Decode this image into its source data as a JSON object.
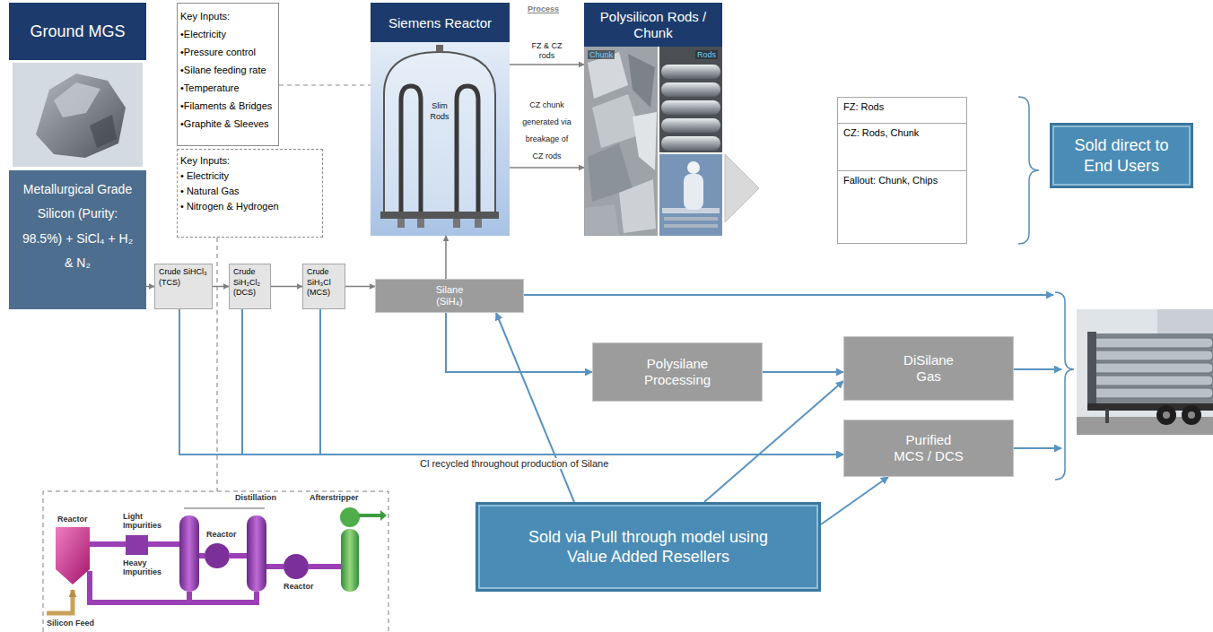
{
  "diagram": {
    "nodes": [
      {
        "text": [
          "Ground MGS",
          "Metallurgical Grade Silicon (Purity: 98.5%) + SiCl₄ + H₂ & N₂"
        ]
      },
      {
        "text": [
          "Key Inputs:",
          "•Electricity",
          "•Pressure control",
          "•Silane feeding rate",
          "•Temperature",
          "•Filaments & Bridges",
          "•Graphite & Sleeves"
        ]
      },
      {
        "text": [
          "Key Inputs:",
          "• Electricity",
          "• Natural Gas",
          "• Nitrogen & Hydrogen"
        ]
      },
      {
        "text": [
          "Siemens Reactor"
        ]
      },
      {
        "text": [
          "Polysilicon Rods / Chunk"
        ]
      },
      {
        "text": [
          "FZ: Rods"
        ]
      },
      {
        "text": [
          "CZ: Rods, Chunk"
        ]
      },
      {
        "text": [
          "Fallout: Chunk, Chips"
        ]
      },
      {
        "text": [
          "Sold direct to End Users"
        ]
      },
      {
        "text": [
          "Crude SiHCl₃ (TCS)"
        ]
      },
      {
        "text": [
          "Crude SiH₂Cl₂ (DCS)"
        ]
      },
      {
        "text": [
          "Crude SiH₃Cl (MCS)"
        ]
      },
      {
        "text": [
          "Silane (SiH₄)"
        ]
      },
      {
        "text": [
          "Polysilane Processing"
        ]
      },
      {
        "text": [
          "DiSilane Gas"
        ]
      },
      {
        "text": [
          "Purified MCS / DCS"
        ]
      },
      {
        "text": [
          "Sold via Pull through model using Value Added Resellers"
        ]
      }
    ],
    "edges": [
      {
        "from": 0,
        "to": 9,
        "arrow": "to"
      },
      {
        "from": 9,
        "to": 10,
        "arrow": "to"
      },
      {
        "from": 10,
        "to": 11,
        "arrow": "to"
      },
      {
        "from": 11,
        "to": 12,
        "arrow": "to"
      },
      {
        "from": 12,
        "to": 3,
        "arrow": "to"
      },
      {
        "from": 1,
        "to": 3,
        "arrow": "none"
      },
      {
        "from": 3,
        "to": 4,
        "label": "FZ & CZ rods",
        "arrow": "to"
      },
      {
        "from": 3,
        "to": 4,
        "label": "CZ chunk generated via breakage of CZ rods",
        "arrow": "to"
      },
      {
        "from": 12,
        "to": 13,
        "arrow": "to"
      },
      {
        "from": 13,
        "to": 14,
        "arrow": "to"
      },
      {
        "from": 9,
        "to": 15,
        "arrow": "to"
      },
      {
        "from": 10,
        "to": 15,
        "arrow": "to"
      },
      {
        "from": 11,
        "to": 15,
        "arrow": "to"
      },
      {
        "from": 16,
        "to": 12,
        "arrow": "to"
      },
      {
        "from": 16,
        "to": 14,
        "arrow": "to"
      },
      {
        "from": 16,
        "to": 15,
        "arrow": "to"
      }
    ],
    "labels": [
      "Process",
      "Slim Rods",
      "Chunk",
      "Rods",
      "Cl recycled throughout production of Silane",
      "Reactor",
      "Light Impurities",
      "Heavy Impurities",
      "Distillation",
      "Reactor",
      "Reactor",
      "Afterstripper",
      "Silicon Feed"
    ]
  }
}
